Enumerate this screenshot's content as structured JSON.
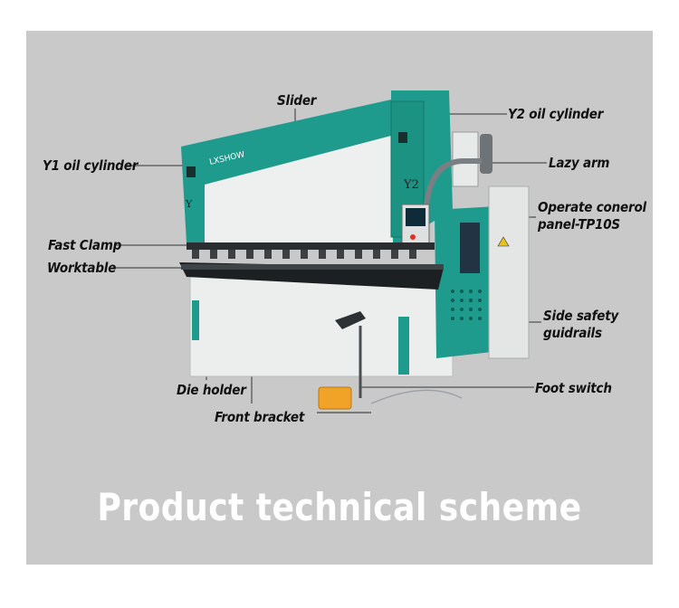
{
  "labels": {
    "slider": "Slider",
    "y2_oil_cylinder": "Y2 oil cylinder",
    "y1_oil_cylinder": "Y1 oil cylinder",
    "lazy_arm": "Lazy arm",
    "operate_panel_line1": "Operate conerol",
    "operate_panel_line2": "panel-TP10S",
    "fast_clamp": "Fast Clamp",
    "worktable": "Worktable",
    "side_safety_line1": "Side safety",
    "side_safety_line2": "guidrails",
    "die_holder": "Die holder",
    "foot_switch": "Foot switch",
    "front_bracket": "Front bracket"
  },
  "machine": {
    "brand": "LXSHOW",
    "y1_mark": "Y",
    "y2_mark": "Y2"
  },
  "title": "Product technical scheme",
  "colors": {
    "teal": "#1e9b8c",
    "panel_bg": "#c9c9c9",
    "body_white": "#eef0ef",
    "foot_pedal": "#f0a326"
  }
}
